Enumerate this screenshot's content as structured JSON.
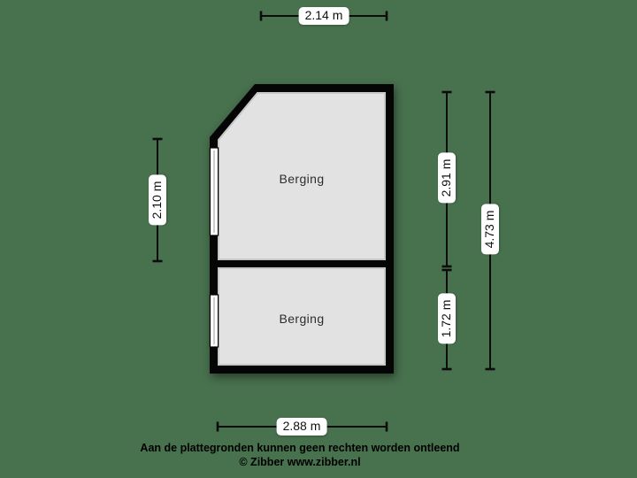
{
  "rooms": [
    {
      "label": "Berging"
    },
    {
      "label": "Berging"
    }
  ],
  "dimensions": {
    "top": "2.14 m",
    "left": "2.10 m",
    "right_upper": "2.91 m",
    "right_lower": "1.72 m",
    "right_total": "4.73 m",
    "bottom": "2.88 m"
  },
  "footer": {
    "disclaimer": "Aan de plattegronden kunnen geen rechten worden ontleend",
    "copyright": "© Zibber www.zibber.nl"
  },
  "colors": {
    "background": "#48714e",
    "wall": "#050505",
    "floor": "#e2e2e2",
    "floor_edge": "#c7c7c7",
    "window_fill": "#ffffff",
    "dimension_line": "#0c0c0c",
    "label_background": "#ffffff"
  }
}
